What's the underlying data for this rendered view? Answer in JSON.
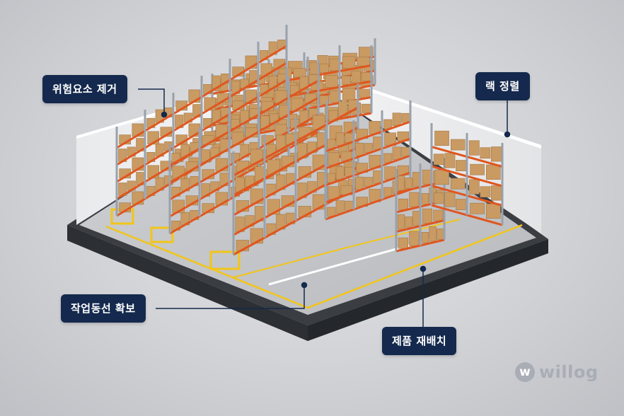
{
  "callouts": {
    "hazard_removal": "위험요소 제거",
    "rack_alignment": "랙 정렬",
    "work_path": "작업동선 확보",
    "product_relocation": "제품 재배치"
  },
  "brand": {
    "mark": "w",
    "name": "willog"
  },
  "colors": {
    "callout_bg": "#14294d",
    "rack_beam": "#e0561f",
    "rack_upright": "#9aa1ab",
    "box": "#c99a62",
    "floor_line": "#f2c518",
    "floor": "#c2c4c7"
  }
}
